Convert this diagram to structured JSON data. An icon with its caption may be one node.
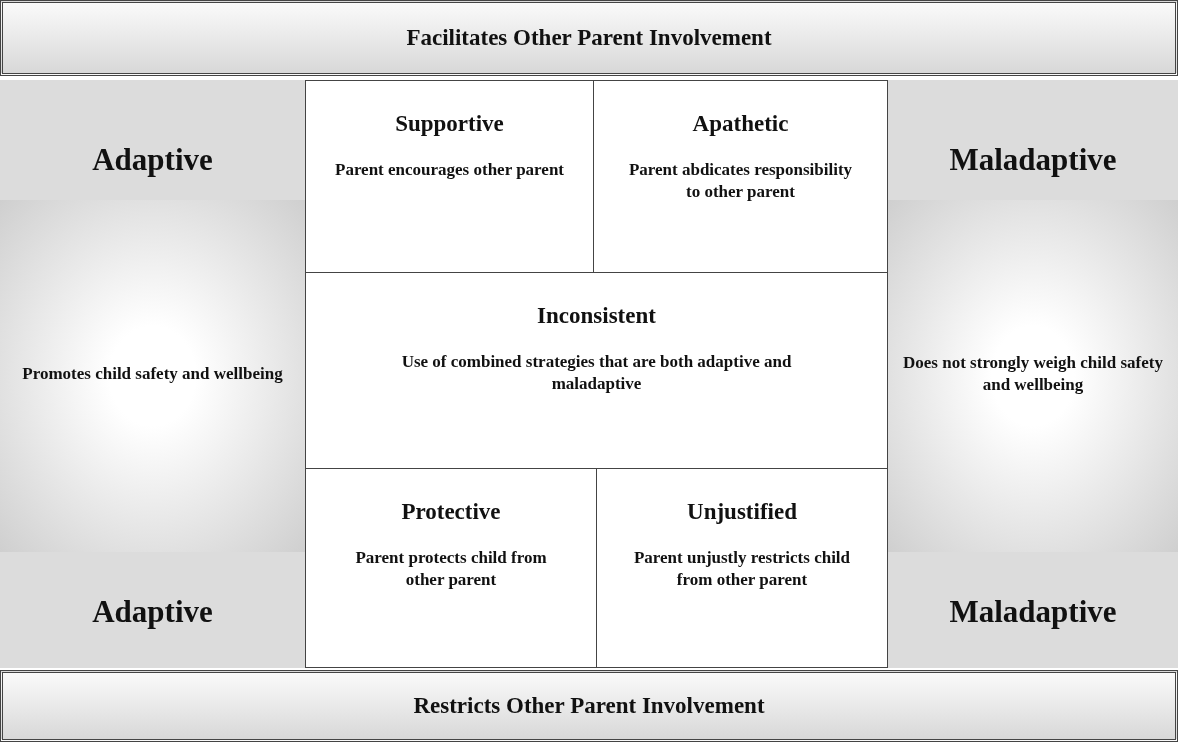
{
  "diagram": {
    "nodes": [
      {
        "text": [
          "Facilitates Other Parent Involvement"
        ]
      },
      {
        "text": [
          "Adaptive",
          "Promotes child safety and wellbeing",
          "Adaptive"
        ]
      },
      {
        "text": [
          "Supportive",
          "Parent encourages other parent"
        ]
      },
      {
        "text": [
          "Apathetic",
          "Parent abdicates responsibility to other parent"
        ]
      },
      {
        "text": [
          "Maladaptive",
          "Does not strongly weigh child safety and wellbeing",
          "Maladaptive"
        ]
      },
      {
        "text": [
          "Inconsistent",
          "Use of combined strategies that are both adaptive and maladaptive"
        ]
      },
      {
        "text": [
          "Protective",
          "Parent protects child from other parent"
        ]
      },
      {
        "text": [
          "Unjustified",
          "Parent unjustly restricts child from other parent"
        ]
      },
      {
        "text": [
          "Restricts Other Parent Involvement"
        ]
      }
    ]
  }
}
